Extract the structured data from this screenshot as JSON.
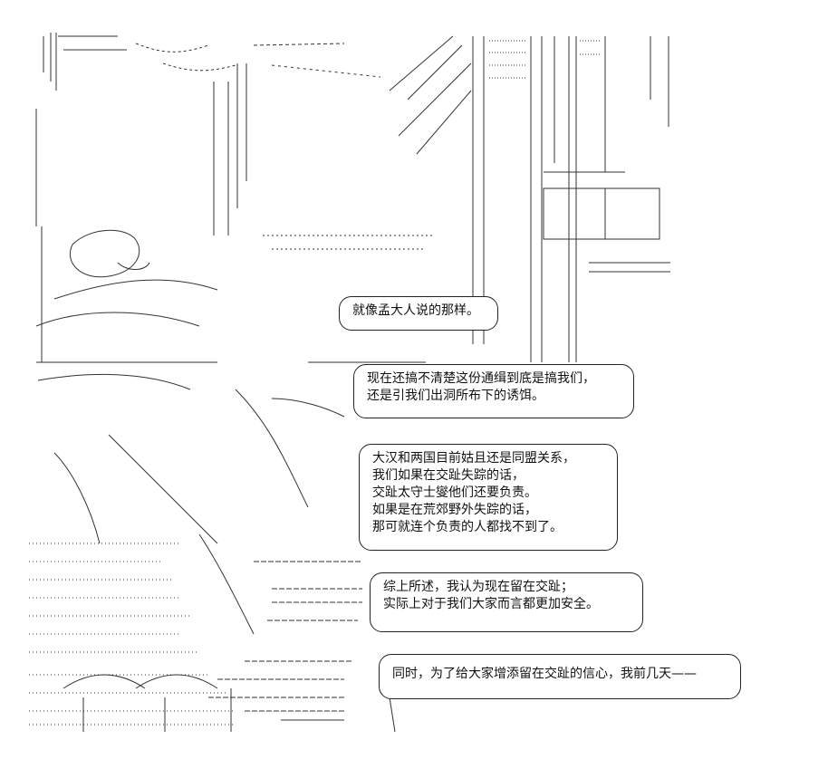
{
  "dialogue": [
    {
      "lines": [
        "就像孟大人说的那样。"
      ]
    },
    {
      "lines": [
        "现在还搞不清楚这份通缉到底是搞我们，",
        "还是引我们出洞所布下的诱饵。"
      ]
    },
    {
      "lines": [
        "大汉和两国目前姑且还是同盟关系，",
        "我们如果在交趾失踪的话，",
        "交趾太守士燮他们还要负责。",
        "如果是在荒郊野外失踪的话，",
        "那可就连个负责的人都找不到了。"
      ]
    },
    {
      "lines": [
        "综上所述，我认为现在留在交趾；",
        "实际上对于我们大家而言都更加安全。"
      ]
    },
    {
      "lines": [
        "同时，为了给大家增添留在交趾的信心，我前几天——"
      ]
    }
  ]
}
